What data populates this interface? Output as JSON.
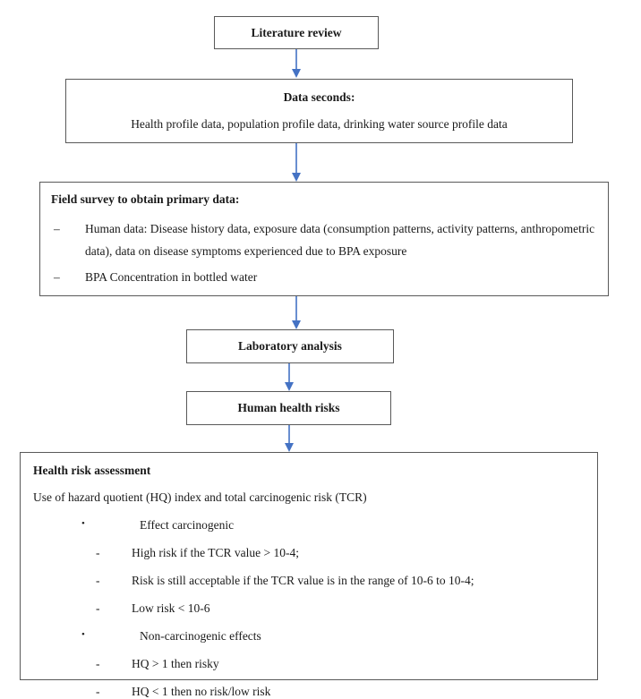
{
  "diagram": {
    "title": "Research methodology flowchart",
    "accent_arrow_color": "#4472C4",
    "box_border_color": "#595959",
    "background_color": "#FFFFFF",
    "nodes": {
      "literature_review": {
        "label": "Literature review"
      },
      "data_seconds": {
        "heading": "Data seconds:",
        "detail": "Health profile data, population profile data, drinking water source profile data"
      },
      "field_survey": {
        "heading": "Field survey to obtain primary data:",
        "items": [
          {
            "marker": "–",
            "text": "Human data: Disease history data, exposure data (consumption patterns, activity patterns, anthropometric data), data on disease symptoms experienced due to BPA exposure"
          },
          {
            "marker": "–",
            "text": "BPA Concentration in bottled water"
          }
        ]
      },
      "laboratory_analysis": {
        "label": "Laboratory analysis"
      },
      "human_health_risks": {
        "label": "Human health risks"
      },
      "health_risk_assessment": {
        "heading": "Health risk assessment",
        "intro": "Use of hazard quotient (HQ) index and total carcinogenic risk (TCR)",
        "items": [
          {
            "marker": "•",
            "type": "bullet",
            "text": "Effect carcinogenic"
          },
          {
            "marker": "-",
            "type": "dash",
            "text": "High risk if the TCR value > 10-4;"
          },
          {
            "marker": "-",
            "type": "dash",
            "text": "Risk is still acceptable if the TCR value is in the range of 10-6 to 10-4;"
          },
          {
            "marker": "-",
            "type": "dash",
            "text": "Low risk < 10-6"
          },
          {
            "marker": "•",
            "type": "bullet",
            "text": "Non-carcinogenic effects"
          },
          {
            "marker": "-",
            "type": "dash",
            "text": "HQ > 1 then risky"
          },
          {
            "marker": "-",
            "type": "dash",
            "text": "HQ < 1 then no risk/low risk"
          }
        ]
      }
    },
    "connectors": [
      {
        "from": "literature_review",
        "to": "data_seconds"
      },
      {
        "from": "data_seconds",
        "to": "field_survey"
      },
      {
        "from": "field_survey",
        "to": "laboratory_analysis"
      },
      {
        "from": "laboratory_analysis",
        "to": "human_health_risks"
      },
      {
        "from": "human_health_risks",
        "to": "health_risk_assessment"
      }
    ]
  }
}
